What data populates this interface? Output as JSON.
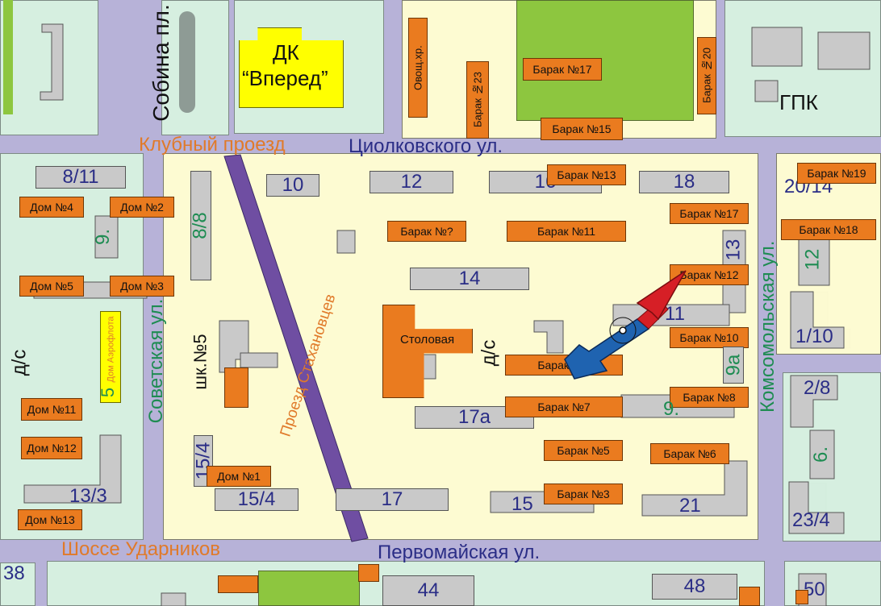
{
  "colors": {
    "street": "#b7b2d8",
    "block_green": "#d6efe0",
    "block_cream": "#fdfbd2",
    "building": "#c9c9c9",
    "barrack": "#ea7b1f",
    "park": "#8dc63f",
    "culture_house": "#ffff00",
    "stakhanov_passage": "#6f4ea2",
    "arrow_fill": "#1f63b0",
    "arrow_tip": "#d61f26"
  },
  "streets": {
    "sobina": "Собина пл.",
    "klubny": "Клубный проезд",
    "tsiolkovsky": "Циолковского ул.",
    "sovetskaya": "Советская ул.",
    "stakhanovtsev": "Проезд Стахановцев",
    "komsomolskaya": "Комсомольская ул.",
    "udarnikov": "Шоссе Ударников",
    "pervomayskaya": "Первомайская ул."
  },
  "landmarks": {
    "dk_line1": "ДК",
    "dk_line2": "“Вперед”",
    "ovoshch": "Овощ.хр.",
    "gpk": "ГПК",
    "stolovaya": "Столовая",
    "ds_center": "д/с",
    "ds_left": "д/с",
    "school": "шк.№5",
    "aeroflot_num": "5",
    "aeroflot": "Дом Аэрофлота"
  },
  "barracks": {
    "b17_top": "Барак №17",
    "b20": "Барак №20",
    "b23": "Барак №23",
    "b15": "Барак №15",
    "b13": "Барак №13",
    "b17": "Барак №17",
    "b19": "Барак №19",
    "b18": "Барак №18",
    "bq": "Барак №?",
    "b11": "Барак №11",
    "b12": "Барак №12",
    "b10": "Барак №10",
    "b9": "Барак №9",
    "b8": "Барак №8",
    "b7": "Барак №7",
    "b5": "Барак №5",
    "b6": "Барак №6",
    "b3": "Барак №3"
  },
  "houses": {
    "d4": "Дом №4",
    "d2": "Дом №2",
    "d5": "Дом №5",
    "d3": "Дом №3",
    "d11": "Дом №11",
    "d12": "Дом №12",
    "d13": "Дом №13",
    "d1": "Дом №1"
  },
  "numbers": {
    "n811": "8/11",
    "n9": "9.",
    "n88": "8/8",
    "n10": "10",
    "n12": "12",
    "n16": "16",
    "n18": "18",
    "n2014": "20/14",
    "n13": "13",
    "n12r": "12",
    "n14": "14",
    "n11": "11",
    "n9a": "9а",
    "n110": "1/10",
    "n28": "2/8",
    "n17a": "17а",
    "n9b": "9.",
    "n6": "6.",
    "n154v": "15/4",
    "n133": "13/3",
    "n154": "15/4",
    "n17": "17",
    "n15": "15",
    "n21": "21",
    "n234": "23/4",
    "n38": "38",
    "n44": "44",
    "n48": "48",
    "n50": "50"
  }
}
